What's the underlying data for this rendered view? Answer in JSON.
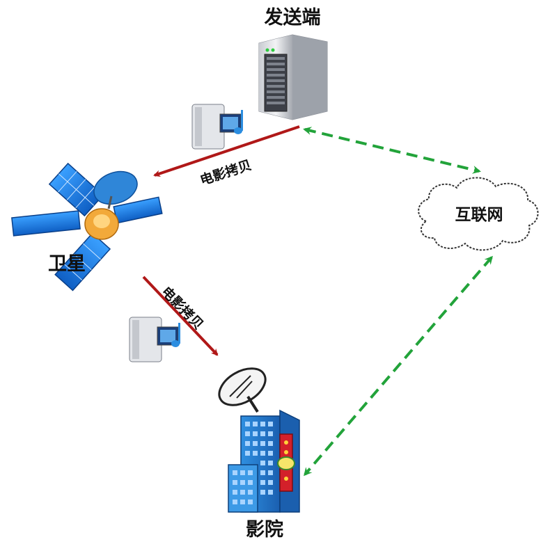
{
  "nodes": {
    "sender": {
      "label": "发送端",
      "icon": "server-icon"
    },
    "satellite": {
      "label": "卫星",
      "icon": "satellite-icon"
    },
    "internet": {
      "label": "互联网",
      "icon": "cloud-icon"
    },
    "cinema": {
      "label": "影院",
      "icon": "cinema-building-icon"
    }
  },
  "edges": {
    "sender_to_satellite": {
      "label": "电影拷贝",
      "style": "solid",
      "color": "#b01818"
    },
    "satellite_to_cinema": {
      "label": "电影拷贝",
      "style": "solid",
      "color": "#b01818"
    },
    "sender_internet": {
      "style": "dashed",
      "color": "#22a33a"
    },
    "internet_cinema": {
      "style": "dashed",
      "color": "#22a33a"
    }
  },
  "media_icons": [
    "media-disk-icon",
    "media-disk-icon"
  ]
}
